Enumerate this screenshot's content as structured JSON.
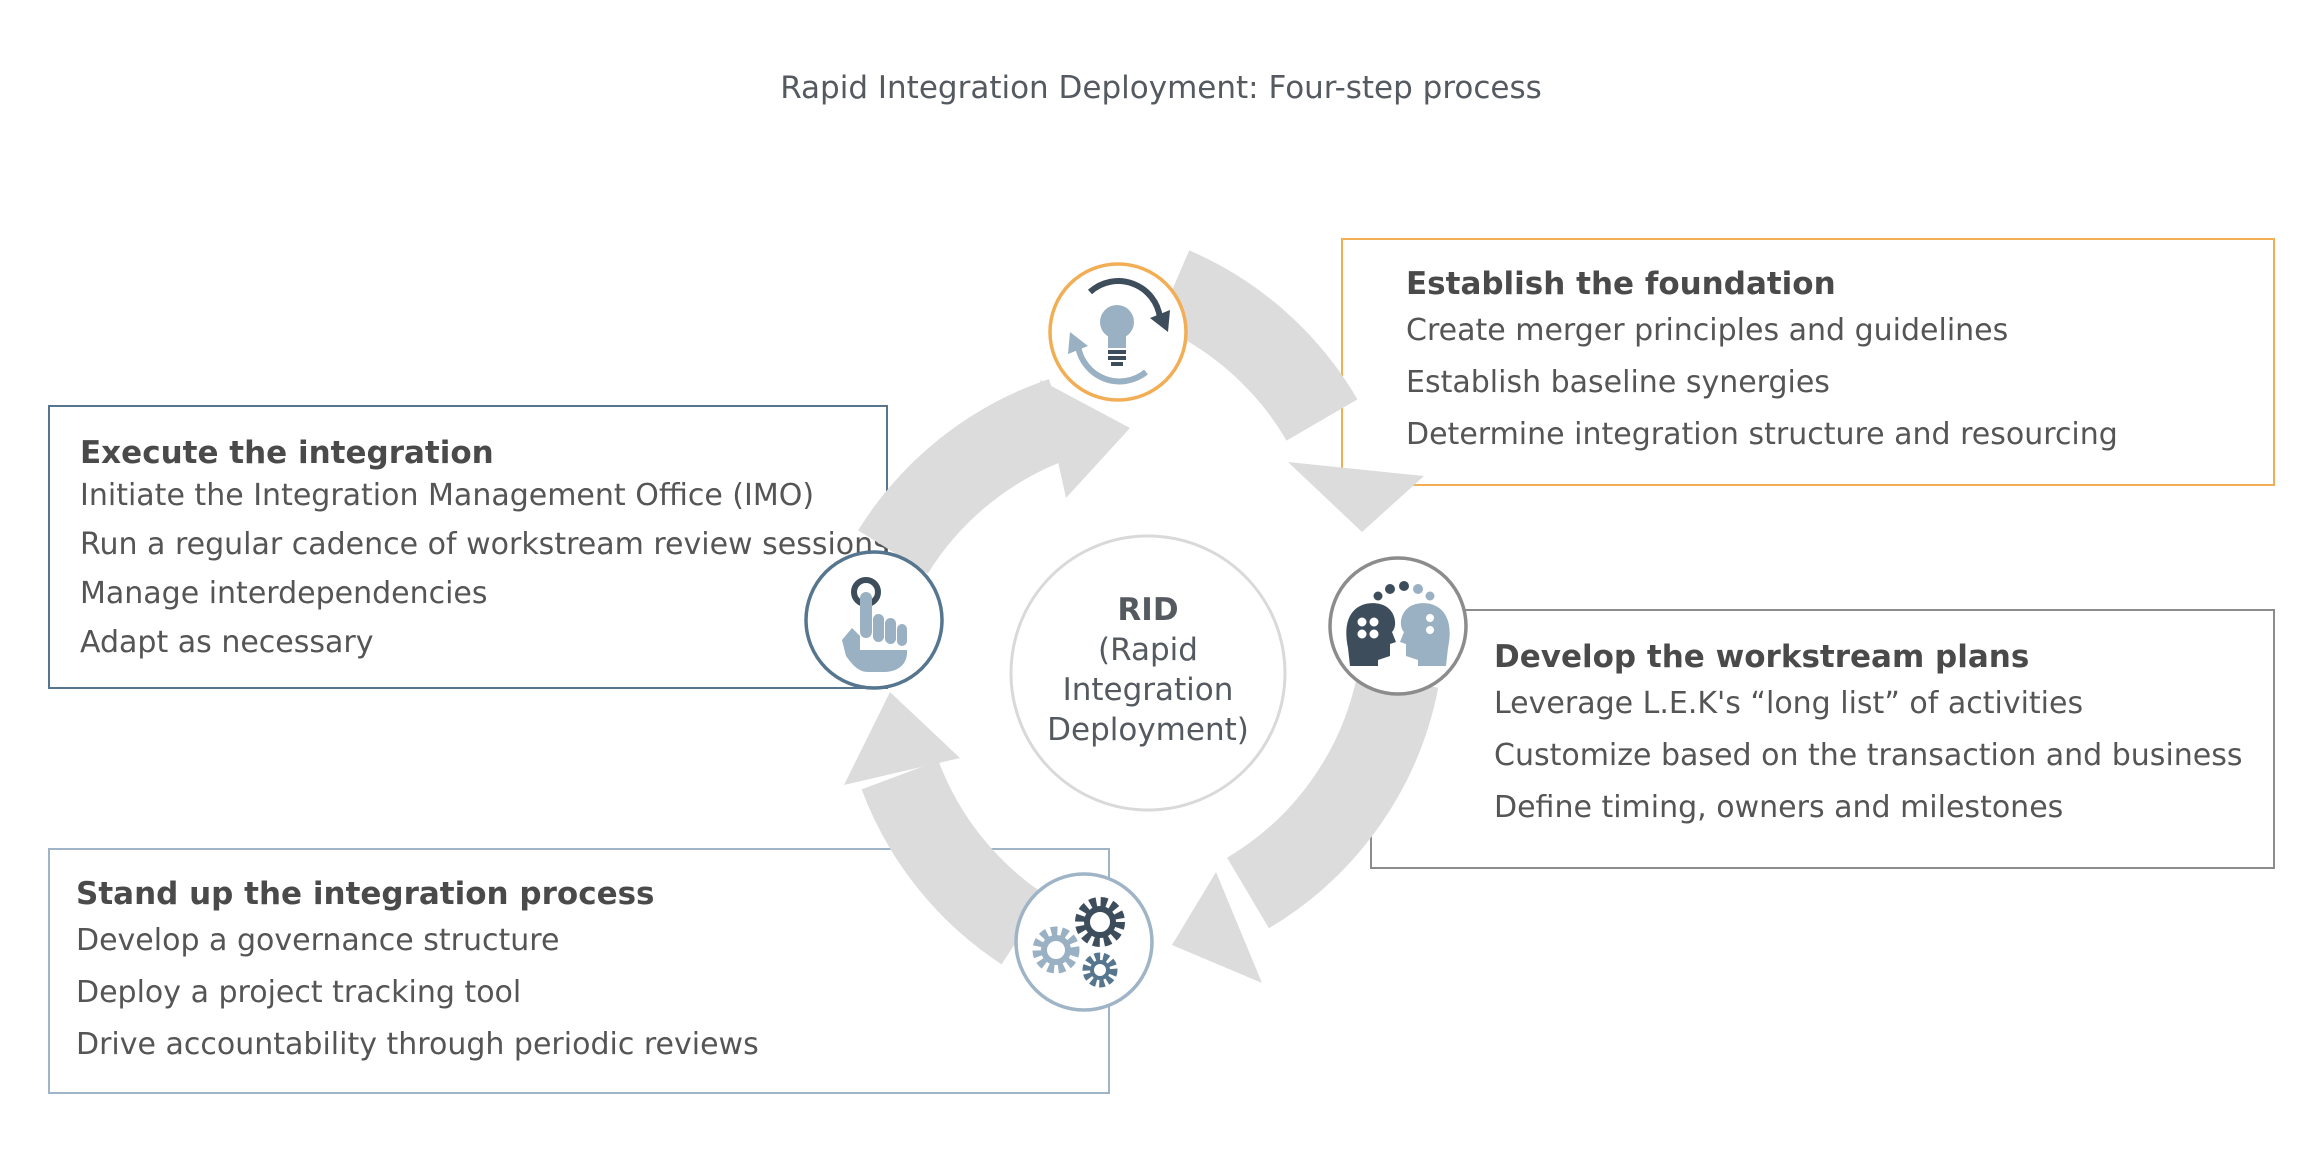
{
  "title": "Rapid Integration Deployment: Four-step process",
  "center": {
    "acronym": "RID",
    "line1": "(Rapid",
    "line2": "Integration",
    "line3": "Deployment)"
  },
  "steps": [
    {
      "heading": "Establish the foundation",
      "items": [
        "Create merger principles and guidelines",
        "Establish baseline synergies",
        "Determine integration structure and resourcing"
      ],
      "icon": "lightbulb-cycle-icon",
      "color": "#f2ae55"
    },
    {
      "heading": "Develop the workstream plans",
      "items": [
        "Leverage L.E.K's “long list” of activities",
        "Customize based on the transaction and business",
        "Define timing, owners and milestones"
      ],
      "icon": "thinking-heads-icon",
      "color": "#8c8c8c"
    },
    {
      "heading": "Stand up the integration process",
      "items": [
        "Develop a governance structure",
        "Deploy a project tracking tool",
        "Drive accountability through periodic reviews"
      ],
      "icon": "gears-icon",
      "color": "#9fb4c6"
    },
    {
      "heading": "Execute the integration",
      "items": [
        "Initiate the Integration Management Office (IMO)",
        "Run a regular cadence of workstream review sessions",
        "Manage interdependencies",
        "Adapt as necessary"
      ],
      "icon": "pointing-hand-icon",
      "color": "#56768f"
    }
  ],
  "colors": {
    "arrow": "#dcdcdc",
    "icon_dark": "#3d4d5c",
    "icon_light": "#9ab0c3",
    "center_circle": "#d9d9d9"
  }
}
